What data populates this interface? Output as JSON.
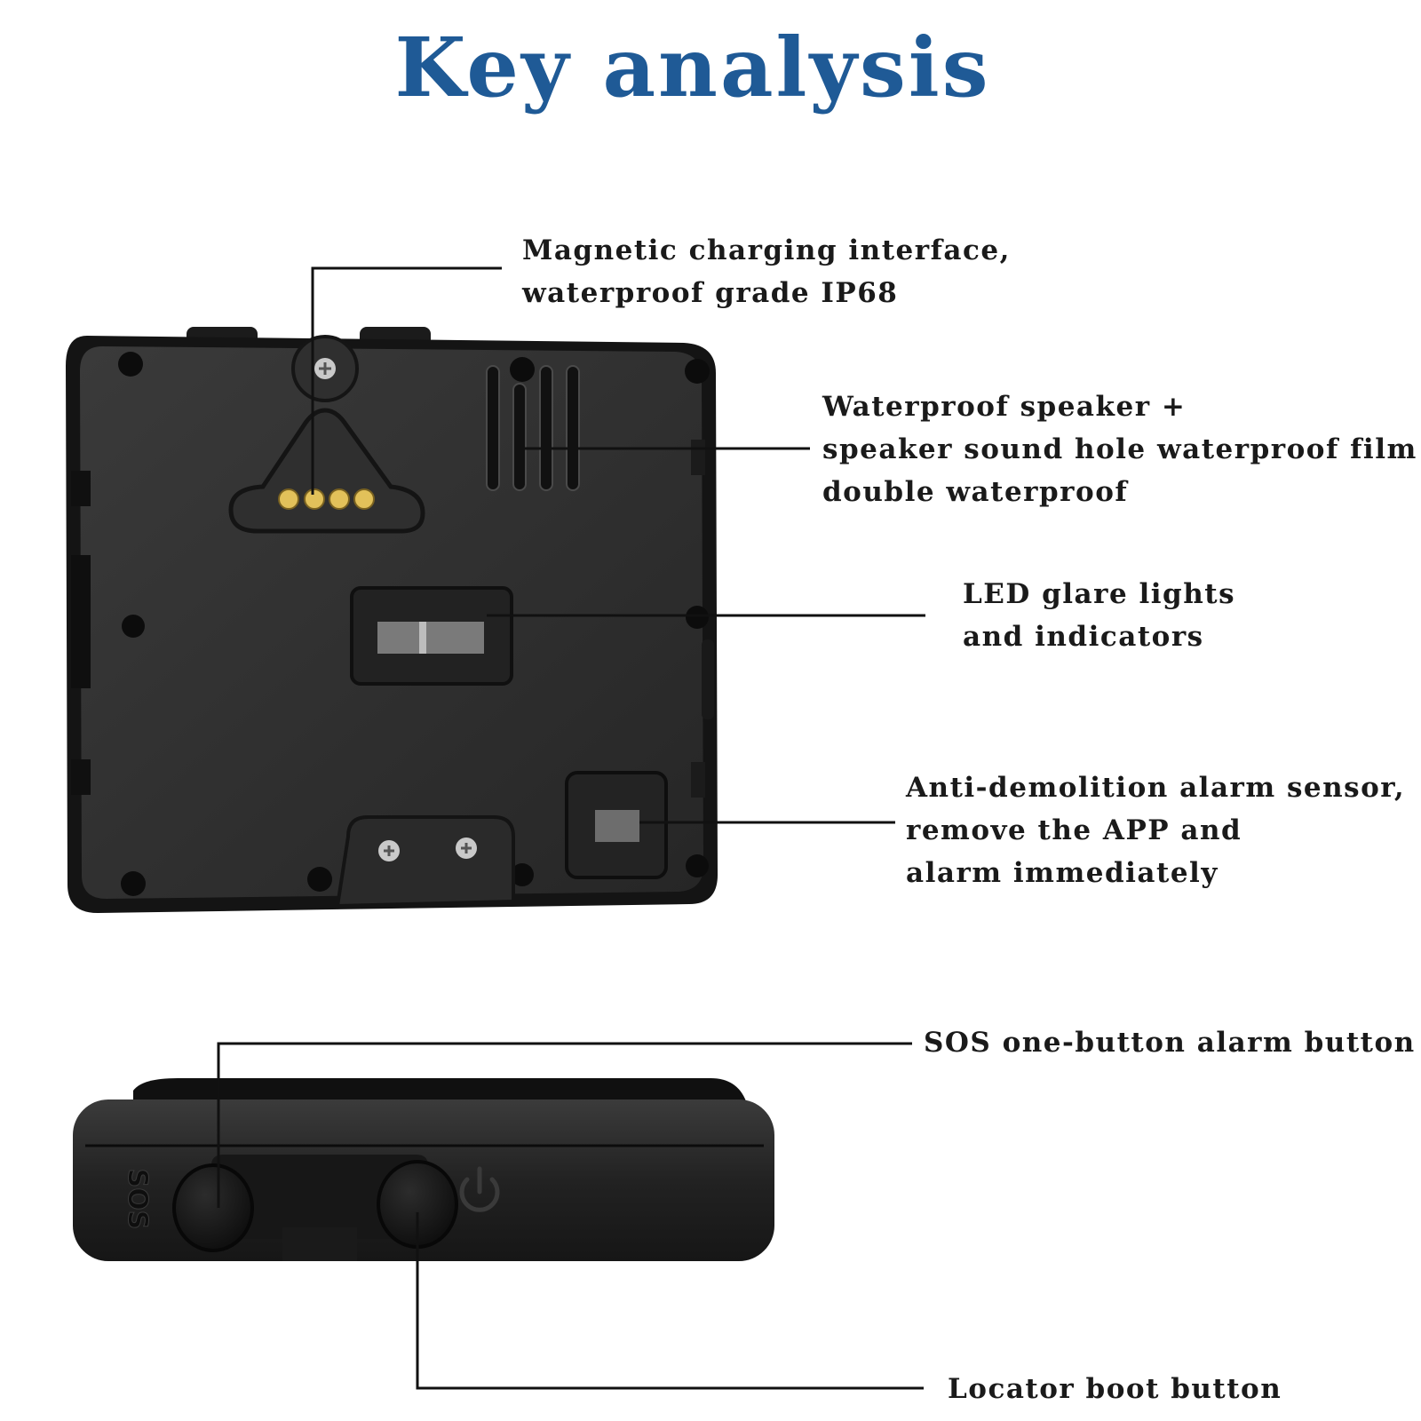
{
  "title": "Key analysis",
  "labels": {
    "magnetic": [
      "Magnetic charging interface,",
      "waterproof grade IP68"
    ],
    "speaker": [
      "Waterproof speaker +",
      "speaker sound hole waterproof film",
      "double waterproof"
    ],
    "led": [
      "LED glare lights",
      "and indicators"
    ],
    "anti_demolition": [
      "Anti-demolition alarm sensor,",
      "remove the APP and",
      "alarm immediately"
    ],
    "sos": [
      "SOS one-button alarm button"
    ],
    "boot": [
      "Locator boot button"
    ]
  },
  "device": {
    "sos_marking": "SOS",
    "power_icon": "power-icon"
  },
  "colors": {
    "title": "#1f5a96",
    "device_body": "#2b2b2b",
    "device_edge": "#111111",
    "contacts": "#e2c15a",
    "text": "#1a1a1a"
  }
}
